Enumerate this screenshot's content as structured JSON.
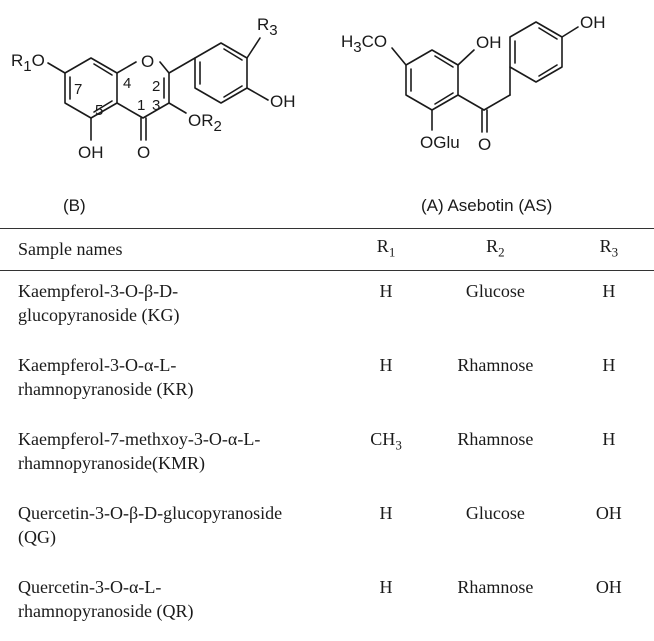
{
  "structures": {
    "flavonol": {
      "label": "(B)",
      "atoms": {
        "r1o": "R",
        "r1o_sub": "1",
        "r1o_tail": "O",
        "ring_o": "O",
        "r3": "R",
        "r3_sub": "3",
        "oh_right": "OH",
        "or2": "OR",
        "or2_sub": "2",
        "oh_bottom": "OH",
        "carbonyl_o": "O"
      },
      "positions": {
        "n7": "7",
        "n4": "4",
        "n2": "2",
        "n3": "3",
        "n5": "5",
        "n1": "1"
      }
    },
    "asebotin": {
      "label": "(A) Asebotin (AS)",
      "atoms": {
        "h3co": "H",
        "h3co_sub": "3",
        "h3co_tail": "CO",
        "oh_ring": "OH",
        "oh_top": "OH",
        "oglu": "OGlu",
        "carbonyl_o": "O"
      }
    }
  },
  "table": {
    "headers": {
      "name": "Sample names",
      "r1": "R",
      "r1_sub": "1",
      "r2": "R",
      "r2_sub": "2",
      "r3": "R",
      "r3_sub": "3"
    },
    "rows": [
      {
        "name_line1": "Kaempferol-3-O-β-D-",
        "name_line2": "glucopyranoside (KG)",
        "r1": "H",
        "r1_sub": "",
        "r2": "Glucose",
        "r3": "H"
      },
      {
        "name_line1": "Kaempferol-3-O-α-L-",
        "name_line2": "rhamnopyranoside (KR)",
        "r1": "H",
        "r1_sub": "",
        "r2": "Rhamnose",
        "r3": "H"
      },
      {
        "name_line1": "Kaempferol-7-methxoy-3-O-α-L-",
        "name_line2": "rhamnopyranoside(KMR)",
        "r1": "CH",
        "r1_sub": "3",
        "r2": "Rhamnose",
        "r3": "H"
      },
      {
        "name_line1": "Quercetin-3-O-β-D-glucopyranoside",
        "name_line2": "(QG)",
        "r1": "H",
        "r1_sub": "",
        "r2": "Glucose",
        "r3": "OH"
      },
      {
        "name_line1": "Quercetin-3-O-α-L-",
        "name_line2": "rhamnopyranoside (QR)",
        "r1": "H",
        "r1_sub": "",
        "r2": "Rhamnose",
        "r3": "OH"
      }
    ]
  }
}
